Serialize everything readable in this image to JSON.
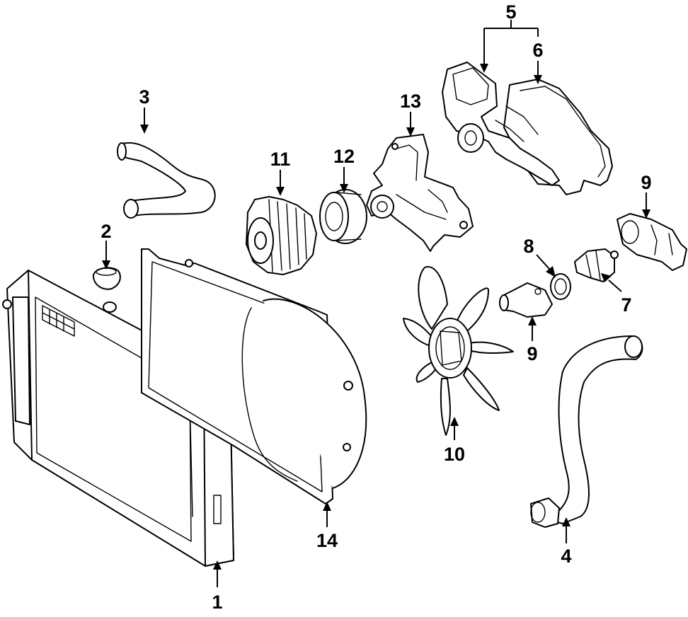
{
  "callouts": [
    {
      "key": "c1",
      "text": "1"
    },
    {
      "key": "c2",
      "text": "2"
    },
    {
      "key": "c3",
      "text": "3"
    },
    {
      "key": "c4",
      "text": "4"
    },
    {
      "key": "c5",
      "text": "5"
    },
    {
      "key": "c6",
      "text": "6"
    },
    {
      "key": "c7",
      "text": "7"
    },
    {
      "key": "c8",
      "text": "8"
    },
    {
      "key": "c9a",
      "text": "9"
    },
    {
      "key": "c9b",
      "text": "9"
    },
    {
      "key": "c10",
      "text": "10"
    },
    {
      "key": "c11",
      "text": "11"
    },
    {
      "key": "c12",
      "text": "12"
    },
    {
      "key": "c13",
      "text": "13"
    },
    {
      "key": "c14",
      "text": "14"
    }
  ],
  "colors": {
    "line": "#000000",
    "background": "#ffffff"
  }
}
